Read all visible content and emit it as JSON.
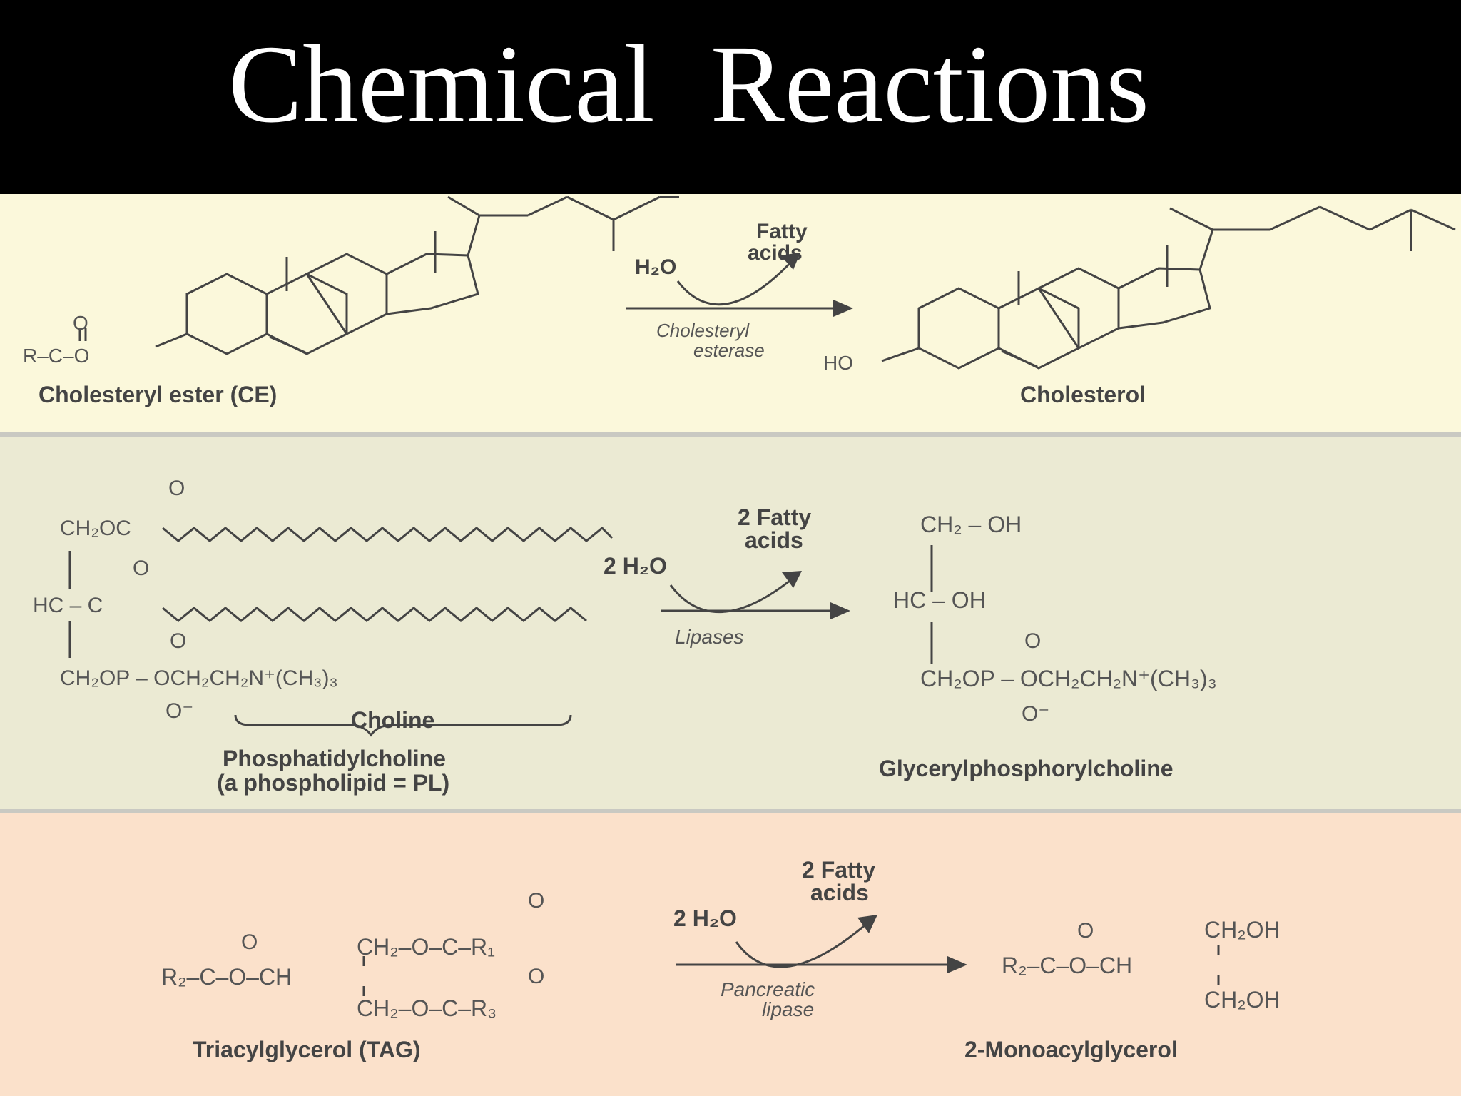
{
  "title": "Chemical  Reactions",
  "colors": {
    "title_bg": "#000000",
    "panel1_bg": "#fbf8db",
    "panel2_bg": "#ebead3",
    "panel3_bg": "#fbe1cb"
  },
  "reaction1": {
    "substrate_name": "Cholesteryl ester (CE)",
    "substrate_group": "R–C–O",
    "oxo": "O",
    "water": "H₂O",
    "released": [
      "Fatty",
      "acids"
    ],
    "enzyme": [
      "Cholesteryl",
      "esterase"
    ],
    "product_name": "Cholesterol",
    "hydroxyl": "HO"
  },
  "reaction2": {
    "substrate_name": [
      "Phosphatidylcholine",
      "(a phospholipid = PL)"
    ],
    "row1": "CH₂OC",
    "row2": "HC – C",
    "row3": "CH₂OP – OCH₂CH₂N⁺(CH₃)₃",
    "oxo": "O",
    "phosphate_o": "O⁻",
    "choline": "Choline",
    "water": "2 H₂O",
    "released": [
      "2 Fatty",
      "acids"
    ],
    "enzyme": "Lipases",
    "product_row1": "CH₂ – OH",
    "product_row2": "HC – OH",
    "product_row3": "CH₂OP – OCH₂CH₂N⁺(CH₃)₃",
    "product_name": "Glycerylphosphorylcholine"
  },
  "reaction3": {
    "substrate_name": "Triacylglycerol (TAG)",
    "left_group": "R₂–C–O–CH",
    "top_row": "CH₂–O–C–R₁",
    "bottom_row": "CH₂–O–C–R₃",
    "oxo": "O",
    "water": "2 H₂O",
    "released": [
      "2 Fatty",
      "acids"
    ],
    "enzyme": [
      "Pancreatic",
      "lipase"
    ],
    "product_left": "R₂–C–O–CH",
    "product_top": "CH₂OH",
    "product_bottom": "CH₂OH",
    "product_name": "2-Monoacylglycerol"
  }
}
